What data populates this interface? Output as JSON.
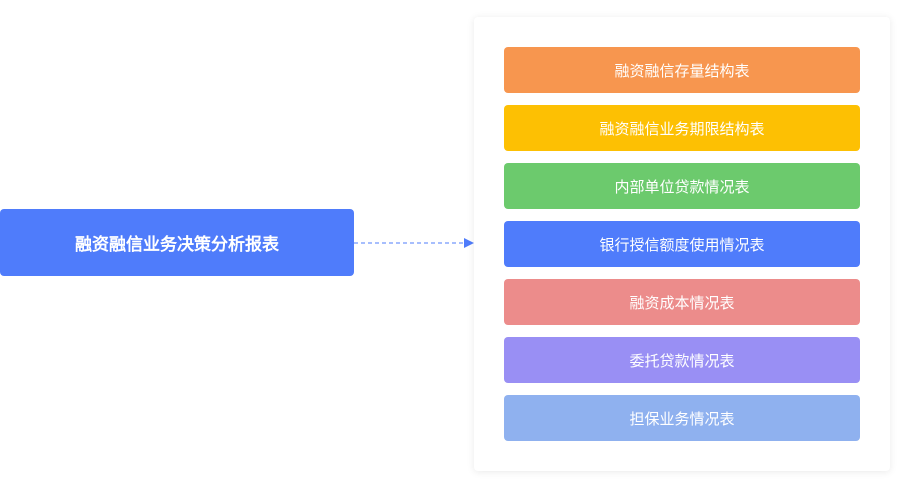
{
  "source": {
    "label": "融资融信业务决策分析报表",
    "color": "#4f7cfb"
  },
  "connector": {
    "color": "#4f7cfb",
    "style": "dashed-arrow"
  },
  "reports": [
    {
      "label": "融资融信存量结构表",
      "color": "#f7964f"
    },
    {
      "label": "融资融信业务期限结构表",
      "color": "#fdc003"
    },
    {
      "label": "内部单位贷款情况表",
      "color": "#6cca6d"
    },
    {
      "label": "银行授信额度使用情况表",
      "color": "#4f7cfb"
    },
    {
      "label": "融资成本情况表",
      "color": "#ec8c8b"
    },
    {
      "label": "委托贷款情况表",
      "color": "#998ff4"
    },
    {
      "label": "担保业务情况表",
      "color": "#8fb1ef"
    }
  ]
}
